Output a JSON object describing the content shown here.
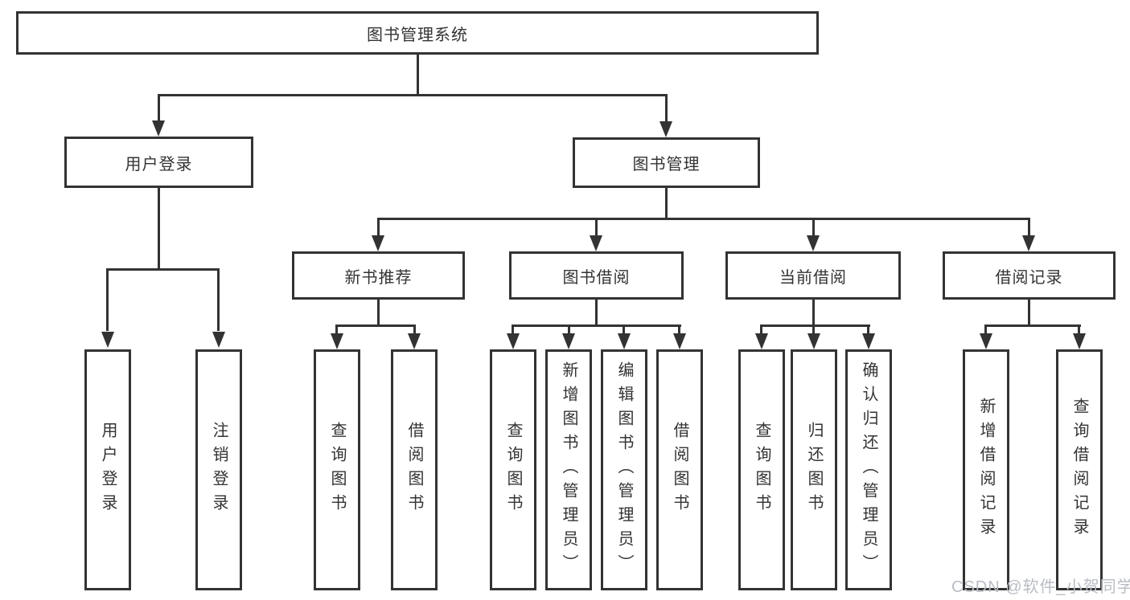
{
  "diagram": {
    "tree": {
      "label": "图书管理系统",
      "children": [
        {
          "label": "用户登录",
          "children": [
            {
              "label": "用户登录"
            },
            {
              "label": "注销登录"
            }
          ]
        },
        {
          "label": "图书管理",
          "children": [
            {
              "label": "新书推荐",
              "children": [
                {
                  "label": "查询图书"
                },
                {
                  "label": "借阅图书"
                }
              ]
            },
            {
              "label": "图书借阅",
              "children": [
                {
                  "label": "查询图书"
                },
                {
                  "label": "新增图书（管理员）"
                },
                {
                  "label": "编辑图书（管理员）"
                },
                {
                  "label": "借阅图书"
                }
              ]
            },
            {
              "label": "当前借阅",
              "children": [
                {
                  "label": "查询图书"
                },
                {
                  "label": "归还图书"
                },
                {
                  "label": "确认归还（管理员）"
                }
              ]
            },
            {
              "label": "借阅记录",
              "children": [
                {
                  "label": "新增借阅记录"
                },
                {
                  "label": "查询借阅记录"
                }
              ]
            }
          ]
        }
      ]
    },
    "colors": {
      "line": "#333333",
      "box_border": "#333333",
      "text": "#333333",
      "background": "#ffffff",
      "watermark": "#b9bdc3"
    }
  },
  "watermark": {
    "text": "CSDN @软件_小贺同学"
  }
}
